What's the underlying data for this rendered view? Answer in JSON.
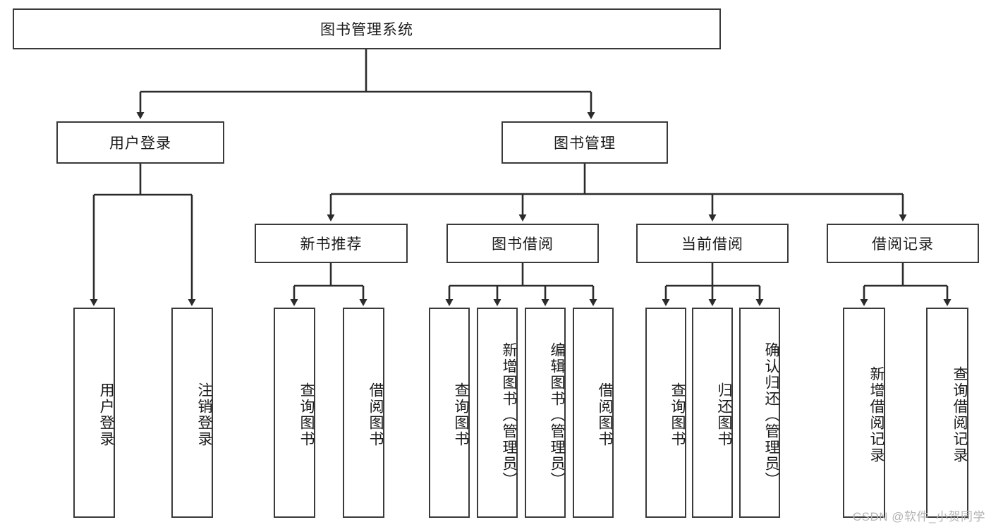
{
  "diagram": {
    "title": "图书管理系统",
    "type": "tree-hierarchy-diagram",
    "style": {
      "box_border_color": "#3a3a3a",
      "box_fill_color": "#ffffff",
      "edge_color": "#2b2b2b",
      "text_color": "#1a1a1a",
      "background": "#ffffff"
    },
    "nodes": {
      "root": {
        "label": "图书管理系统"
      },
      "level1": [
        {
          "id": "user_login",
          "label": "用户登录"
        },
        {
          "id": "book_mgmt",
          "label": "图书管理"
        }
      ],
      "level2": [
        {
          "id": "new_book_rec",
          "label": "新书推荐"
        },
        {
          "id": "book_borrow",
          "label": "图书借阅"
        },
        {
          "id": "current_borrow",
          "label": "当前借阅"
        },
        {
          "id": "borrow_record",
          "label": "借阅记录"
        }
      ],
      "leaves": {
        "user_login": [
          {
            "id": "leaf_user_login",
            "label": "用户登录"
          },
          {
            "id": "leaf_user_logout",
            "label": "注销登录"
          }
        ],
        "new_book_rec": [
          {
            "id": "leaf_query_book_1",
            "label": "查询图书"
          },
          {
            "id": "leaf_borrow_book_1",
            "label": "借阅图书"
          }
        ],
        "book_borrow": [
          {
            "id": "leaf_query_book_2",
            "label": "查询图书"
          },
          {
            "id": "leaf_add_book",
            "label": "新增图书（管理员）"
          },
          {
            "id": "leaf_edit_book",
            "label": "编辑图书（管理员）"
          },
          {
            "id": "leaf_borrow_book_2",
            "label": "借阅图书"
          }
        ],
        "current_borrow": [
          {
            "id": "leaf_query_book_3",
            "label": "查询图书"
          },
          {
            "id": "leaf_return_book",
            "label": "归还图书"
          },
          {
            "id": "leaf_confirm_return",
            "label": "确认归还（管理员）"
          }
        ],
        "borrow_record": [
          {
            "id": "leaf_add_record",
            "label": "新增借阅记录"
          },
          {
            "id": "leaf_query_record",
            "label": "查询借阅记录"
          }
        ]
      }
    },
    "watermark": "CSDN @软件_小贺同学"
  }
}
